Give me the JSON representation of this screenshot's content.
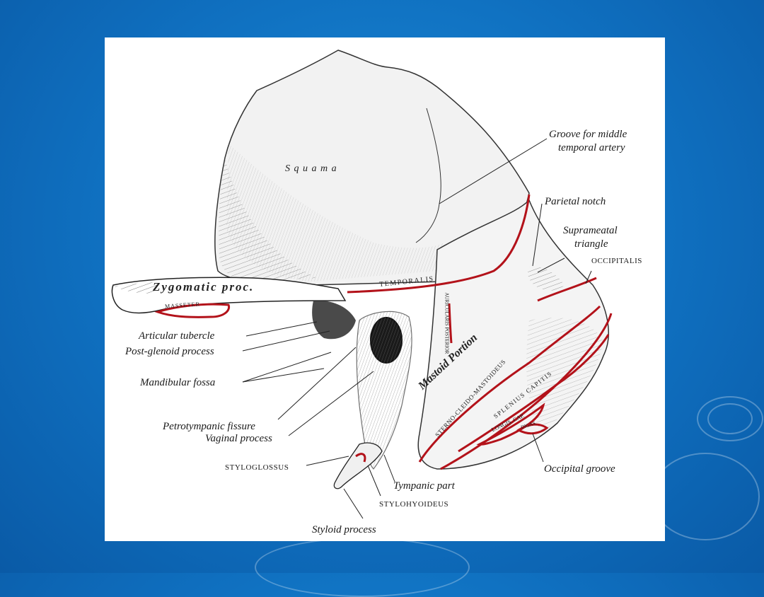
{
  "figure": {
    "labels": {
      "groove_middle_temporal_1": "Groove for middle",
      "groove_middle_temporal_2": "temporal artery",
      "parietal_notch": "Parietal notch",
      "suprameatal_1": "Suprameatal",
      "suprameatal_2": "triangle",
      "occipitalis": "Occipitalis",
      "articular_tubercle": "Articular tubercle",
      "post_glenoid": "Post-glenoid process",
      "mandibular_fossa": "Mandibular fossa",
      "petrotympanic": "Petrotympanic fissure",
      "vaginal": "Vaginal process",
      "styloglossus": "Styloglossus",
      "occipital_groove": "Occipital groove",
      "tympanic_part": "Tympanic part",
      "stylohyoideus": "Stylohyoideus",
      "styloid_process": "Styloid process"
    },
    "inner_labels": {
      "squama": "S q u a m a",
      "zygomatic": "Zygomatic proc.",
      "temporalis": "TEMPORALIS",
      "masseter": "MASSETER",
      "auricularis": "AURICULARIS POSTERIOR",
      "mastoid_portion": "Mastoid Portion",
      "sterno": "STERNO-CLEIDO-MASTOIDEUS",
      "splenius": "SPLENIUS CAPITIS",
      "longis": "LONGIS. CAP.",
      "digas": "DIGAS."
    },
    "colors": {
      "muscle_line": "#b3121a",
      "bone_line": "#222222"
    }
  }
}
